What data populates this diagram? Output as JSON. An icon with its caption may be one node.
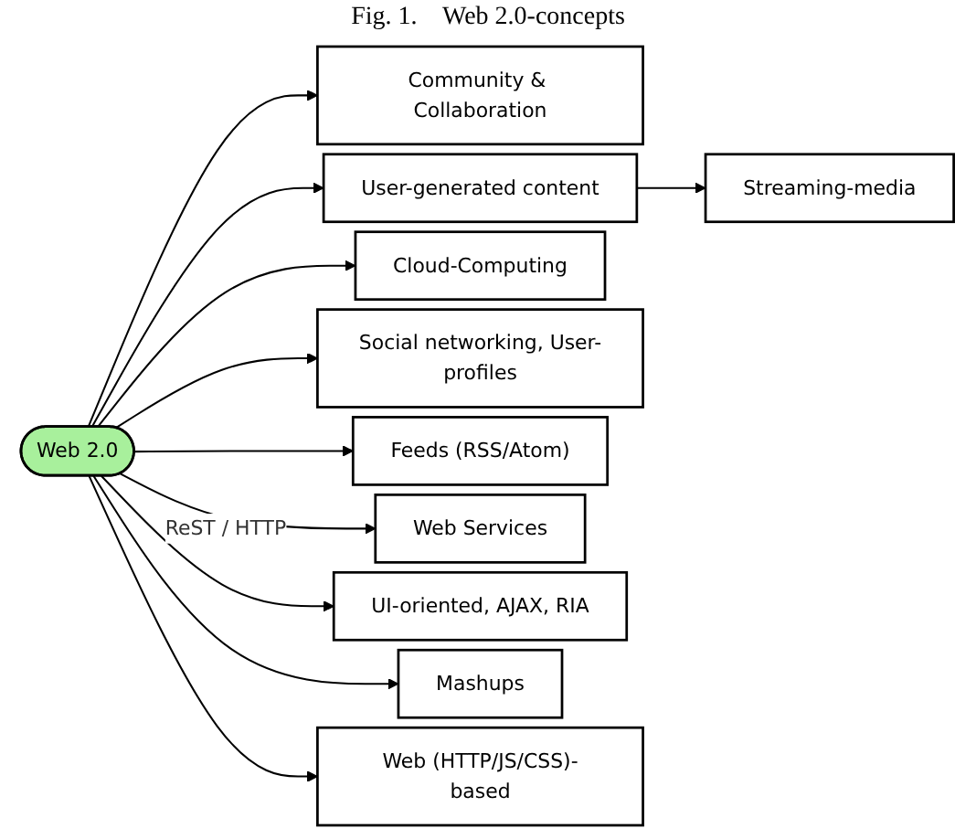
{
  "diagram": {
    "title": "Fig. 1.    Web 2.0-concepts",
    "nodes": [
      {
        "text": [
          "Streaming-media"
        ]
      },
      {
        "text": [
          "Community & Collaboration"
        ]
      },
      {
        "text": [
          "User-generated content"
        ]
      },
      {
        "text": [
          "Cloud-Computing"
        ]
      },
      {
        "text": [
          "Social networking, User-profiles"
        ]
      },
      {
        "text": [
          "Web 2.0"
        ]
      },
      {
        "text": [
          "Feeds (RSS/Atom)"
        ]
      },
      {
        "text": [
          "Web Services"
        ]
      },
      {
        "text": [
          "UI-oriented, AJAX, RIA"
        ]
      },
      {
        "text": [
          "Mashups"
        ]
      },
      {
        "text": [
          "Web (HTTP/JS/CSS)-based"
        ]
      }
    ],
    "edges": [
      {
        "from": 2,
        "to": 0,
        "arrow": "to"
      },
      {
        "from": 5,
        "to": 1,
        "arrow": "to"
      },
      {
        "from": 5,
        "to": 2,
        "arrow": "to"
      },
      {
        "from": 5,
        "to": 3,
        "arrow": "to"
      },
      {
        "from": 5,
        "to": 4,
        "arrow": "to"
      },
      {
        "from": 5,
        "to": 6,
        "arrow": "to"
      },
      {
        "from": 5,
        "to": 7,
        "arrow": "to",
        "label": "ReST / HTTP"
      },
      {
        "from": 5,
        "to": 8,
        "arrow": "to"
      },
      {
        "from": 5,
        "to": 9,
        "arrow": "to"
      },
      {
        "from": 5,
        "to": 10,
        "arrow": "to"
      }
    ]
  }
}
